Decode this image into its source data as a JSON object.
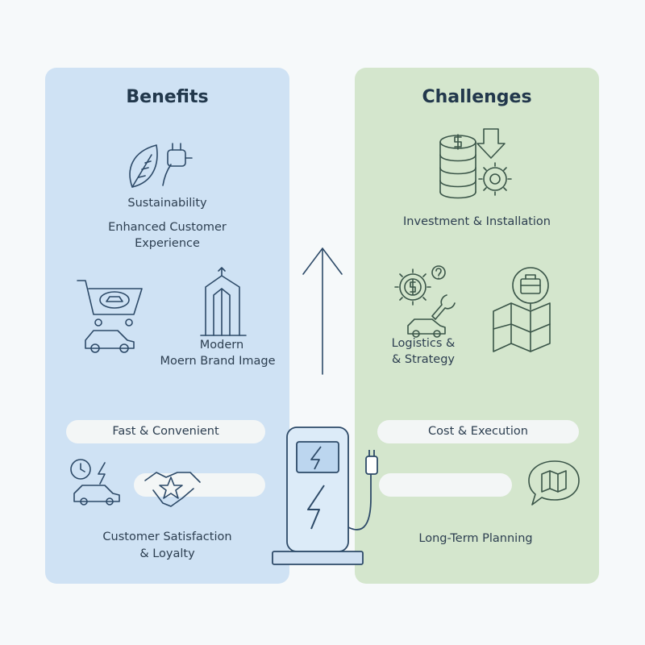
{
  "benefits": {
    "title": "Benefits",
    "sustainability": "Sustainability",
    "customer_experience_line1": "Enhanced Customer",
    "customer_experience_line2": "Experience",
    "brand_line1": "Modern",
    "brand_line2": "Moern Brand Image",
    "fast_pill": "Fast & Convenient",
    "satisfaction_line1": "Customer Satisfaction",
    "satisfaction_line2": "& Loyalty"
  },
  "challenges": {
    "title": "Challenges",
    "investment": "Investment & Installation",
    "logistics_line1": "Logistics &",
    "logistics_line2": "& Strategy",
    "cost_pill": "Cost & Execution",
    "planning": "Long-Term Planning"
  },
  "colors": {
    "benefits_panel": "#cfe2f4",
    "challenges_panel": "#d4e6cd",
    "icon_stroke": "#2d4a68",
    "charger_fill": "#dcebf8"
  }
}
